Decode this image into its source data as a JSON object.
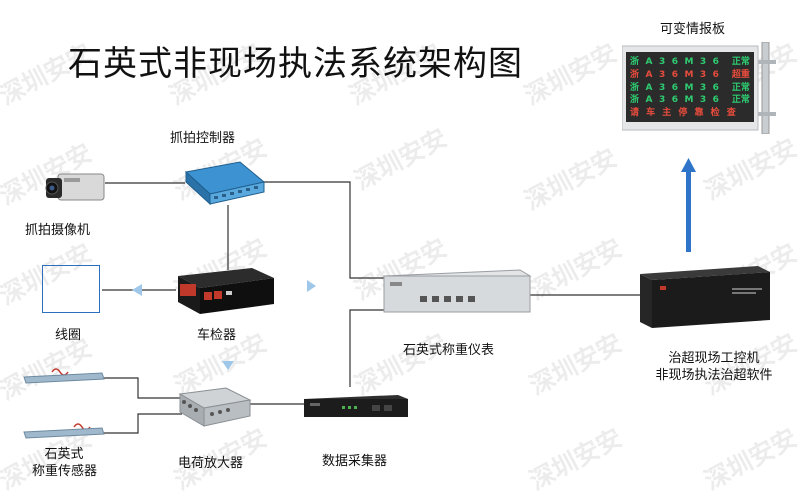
{
  "title": "石英式非现场执法系统架构图",
  "watermark": "深圳安安",
  "devices": {
    "capture_camera": "抓拍摄像机",
    "capture_controller": "抓拍控制器",
    "loop_coil": "线圈",
    "vehicle_detector": "车检器",
    "quartz_sensor_line1": "石英式",
    "quartz_sensor_line2": "称重传感器",
    "charge_amplifier": "电荷放大器",
    "data_collector": "数据采集器",
    "weighing_instrument": "石英式称重仪表",
    "ipc_line1": "治超现场工控机",
    "ipc_line2": "非现场执法治超软件",
    "vms": "可变情报板"
  },
  "vms_rows": [
    [
      "浙",
      "A",
      "3",
      "6",
      "M",
      "3",
      "6",
      "  ",
      "正常"
    ],
    [
      "浙",
      "A",
      "3",
      "6",
      "M",
      "3",
      "6",
      "  ",
      "超重"
    ],
    [
      "浙",
      "A",
      "3",
      "6",
      "M",
      "3",
      "6",
      "  ",
      "正常"
    ],
    [
      "浙",
      "A",
      "3",
      "6",
      "M",
      "3",
      "6",
      "  ",
      "正常"
    ],
    [
      "请",
      "车",
      "主",
      "停",
      "靠",
      "检",
      "查",
      "  ",
      "  "
    ]
  ],
  "colors": {
    "arrow_blue": "#2e75c9",
    "arrow_light": "#9ec7ea",
    "wire": "#333333",
    "coil_border": "#2b6fbf"
  }
}
